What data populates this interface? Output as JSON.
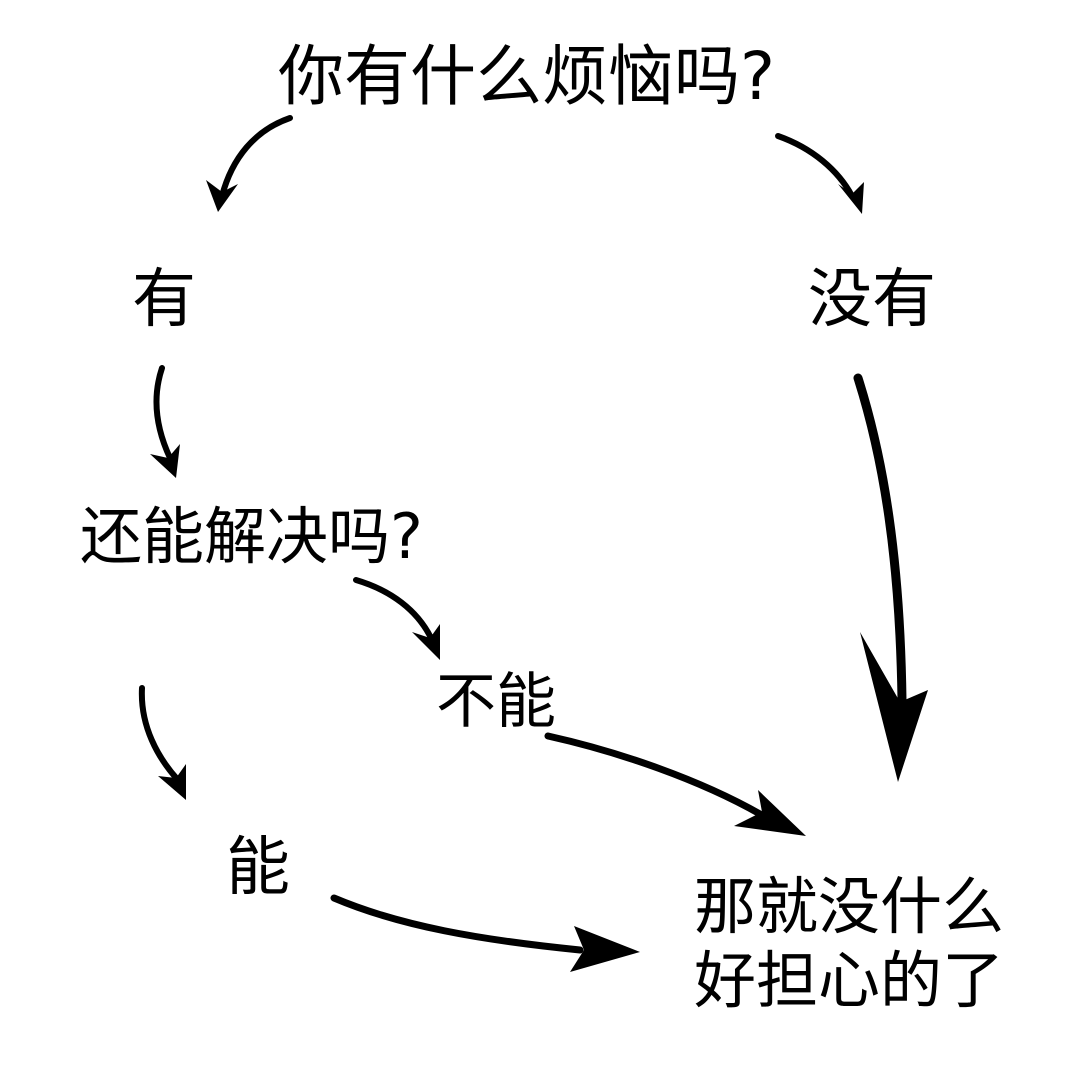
{
  "flowchart": {
    "question": "你有什么烦恼吗?",
    "yes": "有",
    "no": "没有",
    "can_solve_question": "还能解决吗?",
    "cannot": "不能",
    "can": "能",
    "conclusion_line1": "那就没什么",
    "conclusion_line2": "好担心的了"
  },
  "colors": {
    "background": "#ffffff",
    "ink": "#000000"
  }
}
